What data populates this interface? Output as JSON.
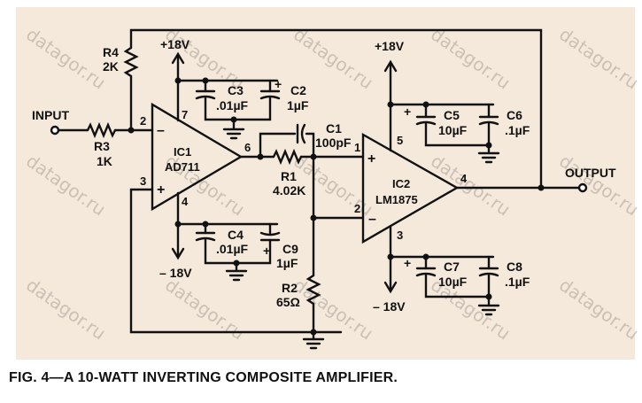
{
  "diagram": {
    "background": "#f5e9dc",
    "ink": "#111111",
    "caption": "FIG. 4—A 10-WATT INVERTING COMPOSITE AMPLIFIER.",
    "watermark": "datagor.ru",
    "terminals": {
      "input": "INPUT",
      "output": "OUTPUT"
    },
    "supplies": {
      "ic1_pos": "+18V",
      "ic1_neg": "– 18V",
      "ic2_pos": "+18V",
      "ic2_neg": "– 18V"
    },
    "ic1": {
      "ref": "IC1",
      "part": "AD711",
      "pin_inv": "2",
      "pin_noninv": "3",
      "pin_out": "6",
      "pin_vpos": "7",
      "pin_vneg": "4"
    },
    "ic2": {
      "ref": "IC2",
      "part": "LM1875",
      "pin_noninv": "1",
      "pin_inv": "2",
      "pin_out": "4",
      "pin_vpos": "5",
      "pin_vneg": "3"
    },
    "resistors": {
      "r1": {
        "ref": "R1",
        "value": "4.02K"
      },
      "r2": {
        "ref": "R2",
        "value": "65Ω"
      },
      "r3": {
        "ref": "R3",
        "value": "1K"
      },
      "r4": {
        "ref": "R4",
        "value": "2K"
      }
    },
    "capacitors": {
      "c1": {
        "ref": "C1",
        "value": "100pF"
      },
      "c2": {
        "ref": "C2",
        "value": "1µF"
      },
      "c3": {
        "ref": "C3",
        "value": ".01µF"
      },
      "c4": {
        "ref": "C4",
        "value": ".01µF"
      },
      "c5": {
        "ref": "C5",
        "value": "10µF"
      },
      "c6": {
        "ref": "C6",
        "value": ".1µF"
      },
      "c7": {
        "ref": "C7",
        "value": "10µF"
      },
      "c8": {
        "ref": "C8",
        "value": ".1µF"
      },
      "c9": {
        "ref": "C9",
        "value": "1µF"
      }
    },
    "polarity_mark": "+"
  }
}
